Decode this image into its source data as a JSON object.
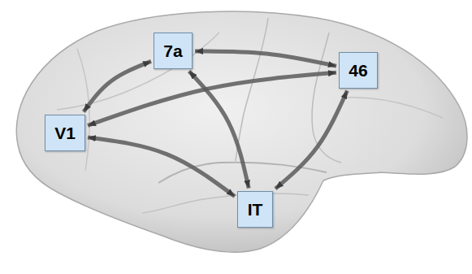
{
  "diagram": {
    "nodes": [
      {
        "text": [
          "7a"
        ]
      },
      {
        "text": [
          "46"
        ]
      },
      {
        "text": [
          "V1"
        ]
      },
      {
        "text": [
          "IT"
        ]
      }
    ],
    "edges": [
      {
        "from": 2,
        "to": 0,
        "arrow": "both"
      },
      {
        "from": 2,
        "to": 1,
        "arrow": "both"
      },
      {
        "from": 2,
        "to": 3,
        "arrow": "both"
      },
      {
        "from": 0,
        "to": 1,
        "arrow": "both"
      },
      {
        "from": 0,
        "to": 3,
        "arrow": "both"
      },
      {
        "from": 1,
        "to": 3,
        "arrow": "both"
      }
    ]
  }
}
